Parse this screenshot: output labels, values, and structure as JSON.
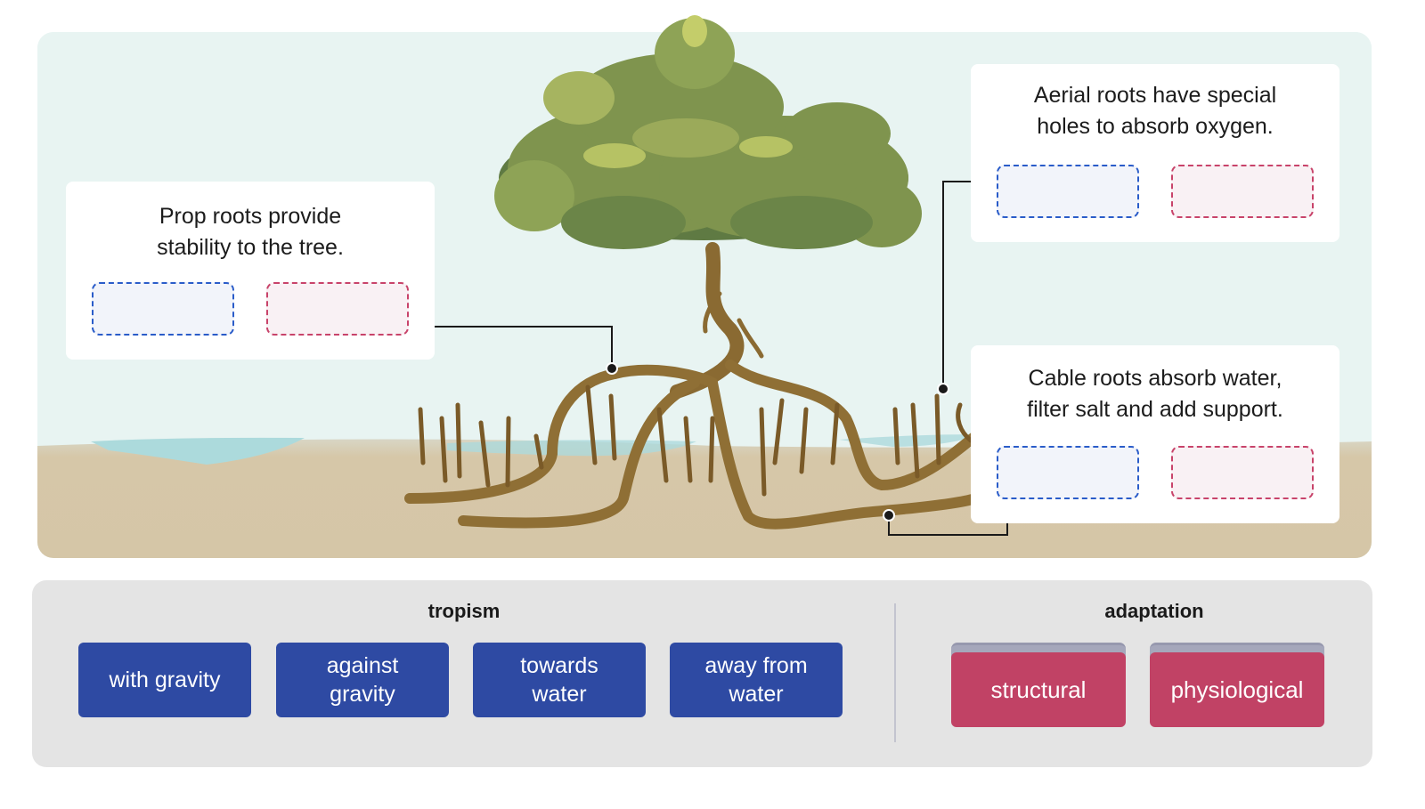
{
  "diagram": {
    "subject": "mangrove-tree-roots",
    "cards": [
      {
        "id": "prop",
        "text_line1": "Prop roots provide",
        "text_line2": "stability to the tree.",
        "slots": [
          {
            "category": "tropism",
            "value": ""
          },
          {
            "category": "adaptation",
            "value": ""
          }
        ]
      },
      {
        "id": "aerial",
        "text_line1": "Aerial roots have special",
        "text_line2": "holes to absorb oxygen.",
        "slots": [
          {
            "category": "tropism",
            "value": ""
          },
          {
            "category": "adaptation",
            "value": ""
          }
        ]
      },
      {
        "id": "cable",
        "text_line1": "Cable roots absorb water,",
        "text_line2": "filter salt and add support.",
        "slots": [
          {
            "category": "tropism",
            "value": ""
          },
          {
            "category": "adaptation",
            "value": ""
          }
        ]
      }
    ]
  },
  "bank": {
    "tropism": {
      "title": "tropism",
      "options": [
        {
          "line1": "with gravity",
          "line2": ""
        },
        {
          "line1": "against",
          "line2": "gravity"
        },
        {
          "line1": "towards",
          "line2": "water"
        },
        {
          "line1": "away from",
          "line2": "water"
        }
      ]
    },
    "adaptation": {
      "title": "adaptation",
      "options": [
        {
          "label": "structural"
        },
        {
          "label": "physiological"
        }
      ]
    }
  },
  "colors": {
    "tropism": "#2e4aa3",
    "adaptation": "#c14265",
    "sky": "#e8f4f2",
    "ground": "#d6c7a8",
    "water": "#acdadc",
    "foliage": "#7f944e",
    "bark": "#8a6a32"
  }
}
